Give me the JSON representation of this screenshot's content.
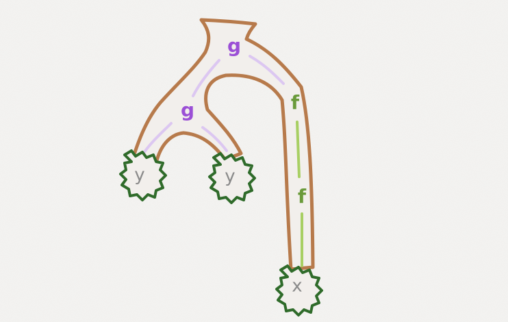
{
  "colors": {
    "background": "#f4f3f1",
    "branch_outline": "#b77a4b",
    "branch_fill": "#f2efec",
    "leaf_outline": "#2f6b2a",
    "leaf_label": "#8a8a8a",
    "g_label": "#9b4fd6",
    "g_edge": "#dcc7f1",
    "f_label": "#6a9a3a",
    "f_edge": "#a8cf63"
  },
  "nodes": {
    "top_g": "g",
    "left_g": "g",
    "upper_f": "f",
    "lower_f": "f",
    "leaf_left": "y",
    "leaf_middle": "y",
    "leaf_bottom": "x"
  }
}
